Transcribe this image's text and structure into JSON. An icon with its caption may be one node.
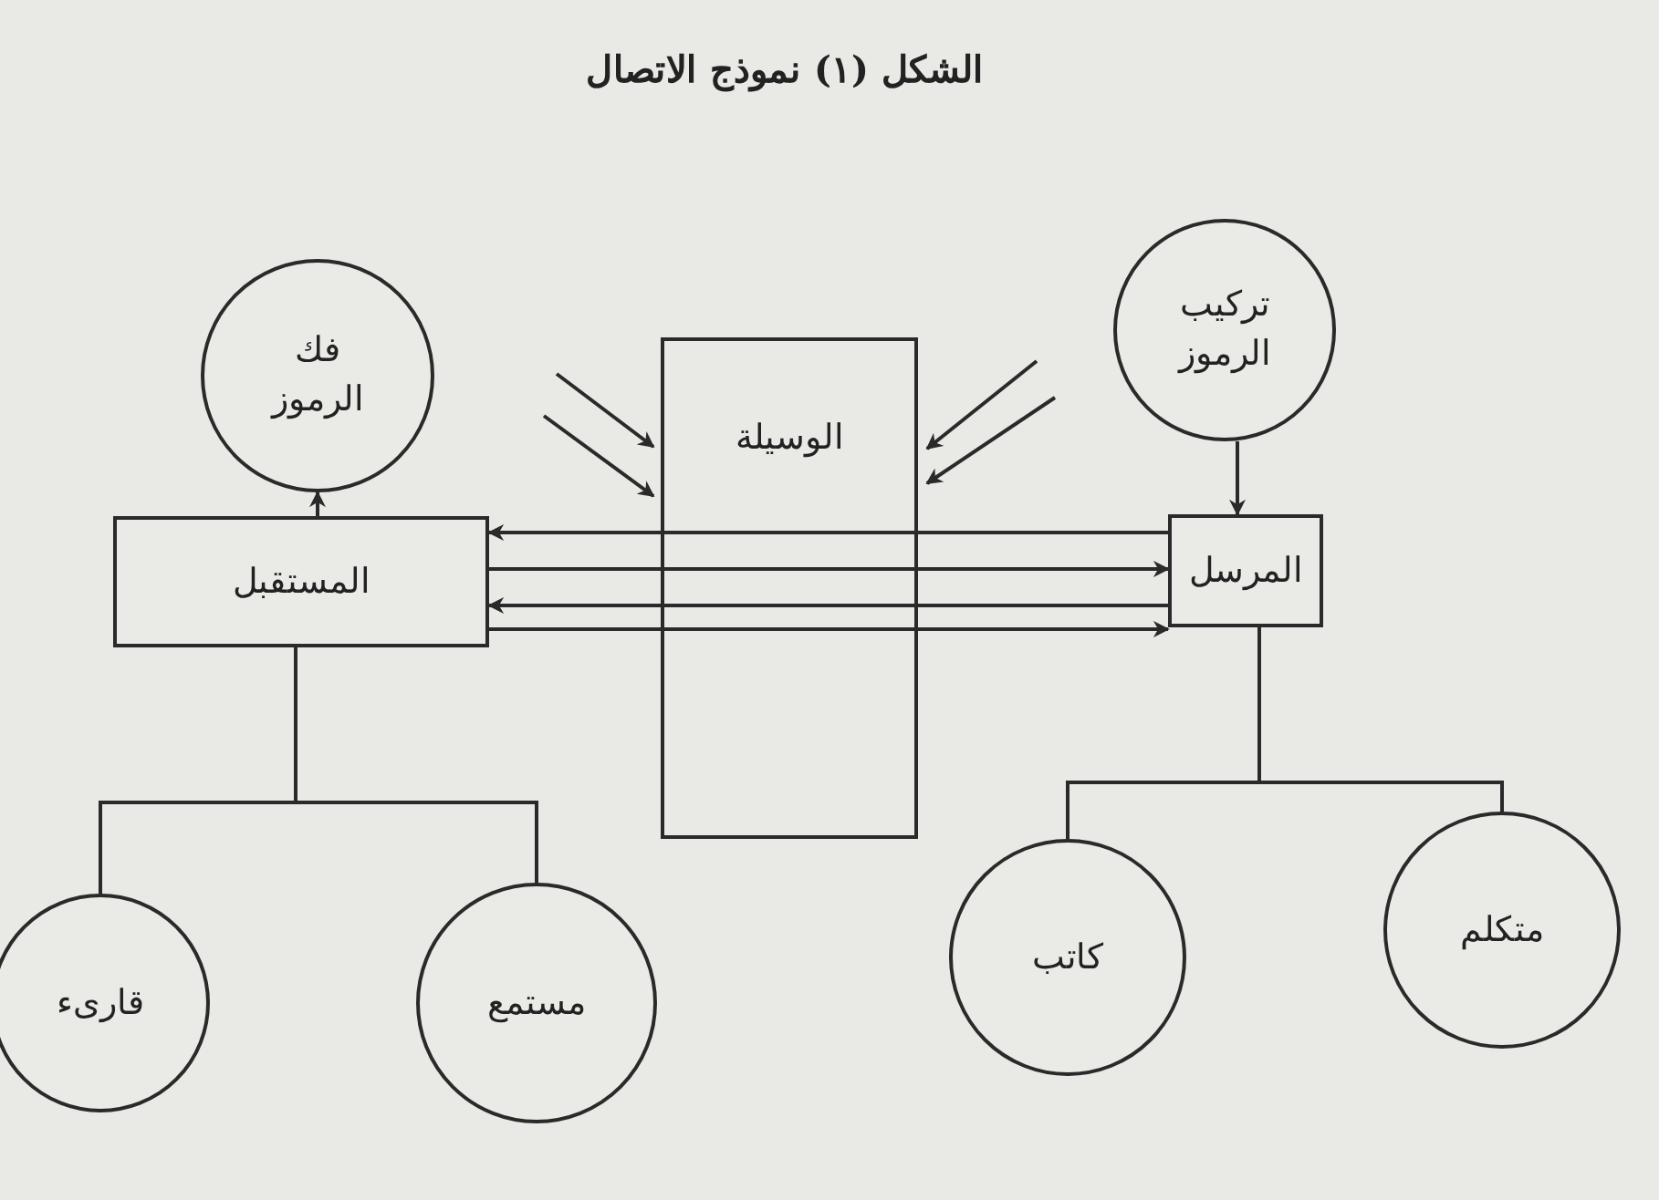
{
  "diagram": {
    "title": "الشكل (١) نموذج الاتصال",
    "nodes": [
      {
        "text": [
          "فك الرموز"
        ]
      },
      {
        "text": [
          "المستقبل"
        ]
      },
      {
        "text": [
          "الوسيلة"
        ]
      },
      {
        "text": [
          "تركيب الرموز"
        ]
      },
      {
        "text": [
          "المرسل"
        ]
      },
      {
        "text": [
          "قارىء"
        ]
      },
      {
        "text": [
          "مستمع"
        ]
      },
      {
        "text": [
          "كاتب"
        ]
      },
      {
        "text": [
          "متكلم"
        ]
      }
    ],
    "edges": [
      {
        "from": 1,
        "to": 0,
        "arrow": "to"
      },
      {
        "from": 3,
        "to": 4,
        "arrow": "to"
      },
      {
        "from": 4,
        "to": 2,
        "arrow": "none"
      },
      {
        "from": 2,
        "to": 1,
        "arrow": "to"
      },
      {
        "from": 1,
        "to": 2,
        "arrow": "none"
      },
      {
        "from": 2,
        "to": 4,
        "arrow": "to"
      },
      {
        "from": 4,
        "to": 2,
        "arrow": "none"
      },
      {
        "from": 2,
        "to": 1,
        "arrow": "to"
      },
      {
        "from": 1,
        "to": 2,
        "arrow": "none"
      },
      {
        "from": 2,
        "to": 4,
        "arrow": "to"
      },
      {
        "from": null,
        "to": 2,
        "arrow": "to"
      },
      {
        "from": null,
        "to": 2,
        "arrow": "to"
      },
      {
        "from": null,
        "to": 2,
        "arrow": "to"
      },
      {
        "from": null,
        "to": 2,
        "arrow": "to"
      },
      {
        "from": 1,
        "to": 5,
        "arrow": "none"
      },
      {
        "from": 1,
        "to": 6,
        "arrow": "none"
      },
      {
        "from": 4,
        "to": 7,
        "arrow": "none"
      },
      {
        "from": 4,
        "to": 8,
        "arrow": "none"
      }
    ]
  }
}
